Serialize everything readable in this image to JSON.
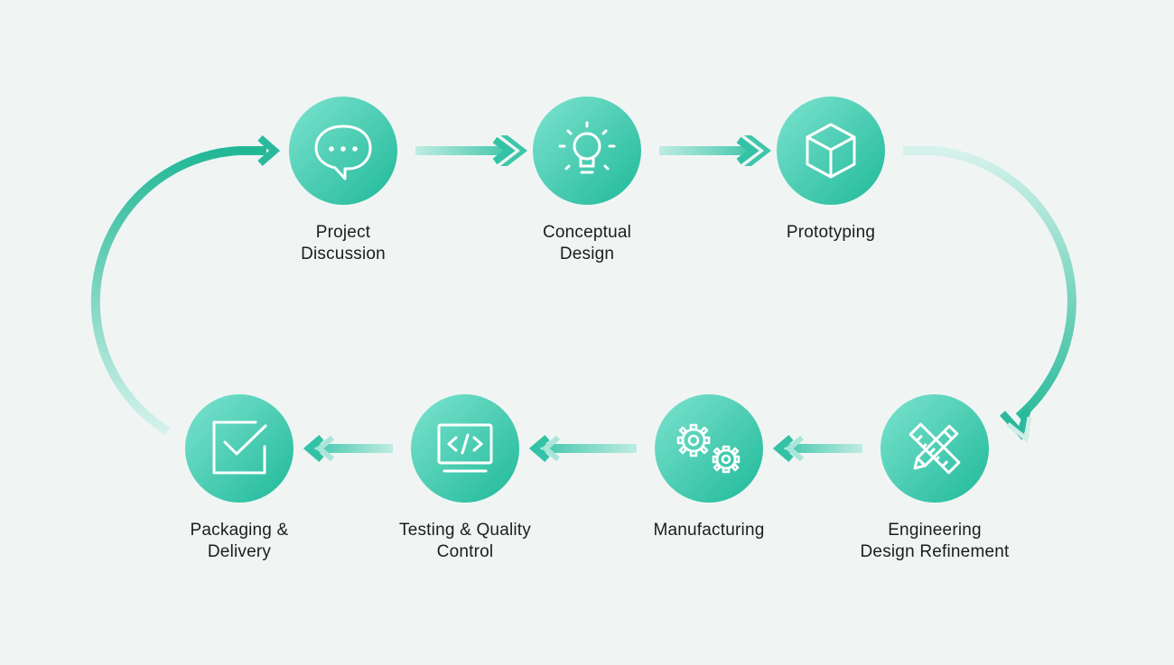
{
  "colors": {
    "background": "#f0f5f4",
    "circle_light": "#7de3cf",
    "circle_dark": "#22bb9c",
    "arrow": "#33c2a5",
    "icon_stroke": "#ffffff",
    "text": "#1c1c1c"
  },
  "steps": [
    {
      "id": "project-discussion",
      "icon": "chat-bubble-icon",
      "label_lines": [
        "Project",
        "Discussion"
      ]
    },
    {
      "id": "conceptual-design",
      "icon": "lightbulb-icon",
      "label_lines": [
        "Conceptual",
        "Design"
      ]
    },
    {
      "id": "prototyping",
      "icon": "cube-icon",
      "label_lines": [
        "Prototyping"
      ]
    },
    {
      "id": "engineering-design-refinement",
      "icon": "pencil-ruler-icon",
      "label_lines": [
        "Engineering",
        "Design Refinement"
      ]
    },
    {
      "id": "manufacturing",
      "icon": "gears-icon",
      "label_lines": [
        "Manufacturing"
      ]
    },
    {
      "id": "testing-quality-control",
      "icon": "code-monitor-icon",
      "label_lines": [
        "Testing & Quality",
        "Control"
      ]
    },
    {
      "id": "packaging-delivery",
      "icon": "checkbox-icon",
      "label_lines": [
        "Packaging &",
        "Delivery"
      ]
    }
  ],
  "flow": [
    [
      "project-discussion",
      "conceptual-design"
    ],
    [
      "conceptual-design",
      "prototyping"
    ],
    [
      "prototyping",
      "engineering-design-refinement"
    ],
    [
      "engineering-design-refinement",
      "manufacturing"
    ],
    [
      "manufacturing",
      "testing-quality-control"
    ],
    [
      "testing-quality-control",
      "packaging-delivery"
    ],
    [
      "packaging-delivery",
      "project-discussion"
    ]
  ]
}
